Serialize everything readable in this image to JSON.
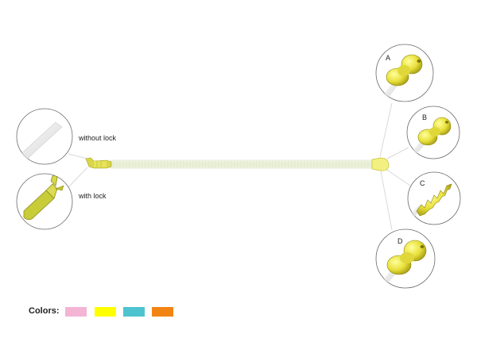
{
  "labels": {
    "without_lock": "without lock",
    "with_lock": "with lock"
  },
  "variants": [
    {
      "letter": "A"
    },
    {
      "letter": "B"
    },
    {
      "letter": "C"
    },
    {
      "letter": "D"
    }
  ],
  "colors": {
    "label": "Colors:",
    "swatches": [
      "#f4b4d4",
      "#ffff00",
      "#4ec3d0",
      "#f28413"
    ]
  },
  "accent": {
    "tip_yellow": "#f2f080",
    "tip_yellow_dark": "#c9c23a",
    "lock_green": "#c8cc38",
    "shaft": "#e9f0d8"
  }
}
